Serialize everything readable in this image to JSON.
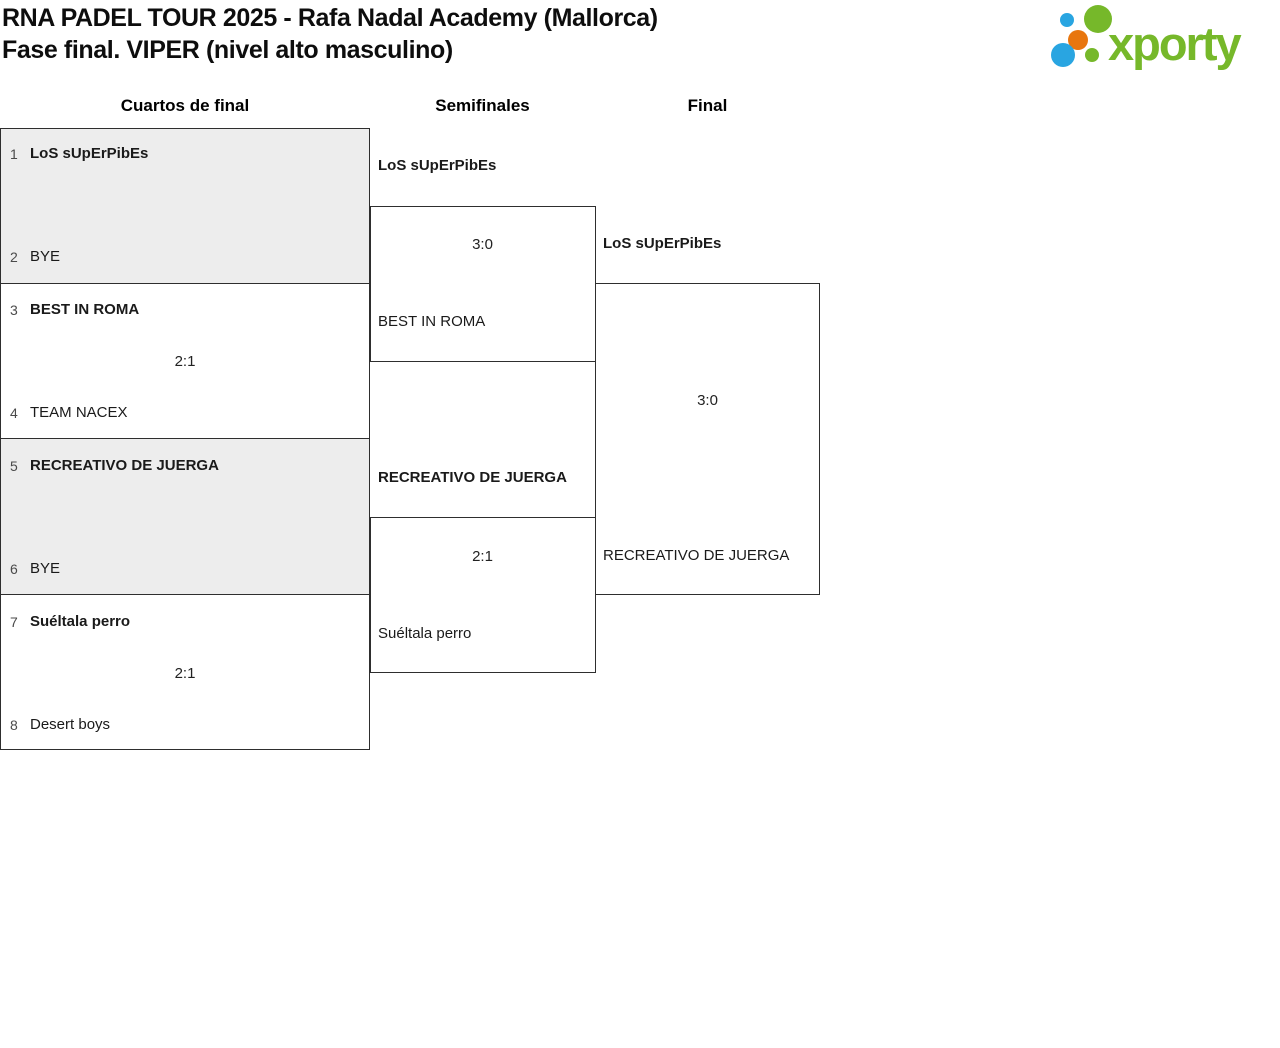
{
  "title": {
    "line1": "RNA PADEL TOUR 2025 - Rafa Nadal Academy (Mallorca)",
    "line2": "Fase final. VIPER (nivel alto masculino)"
  },
  "logo": {
    "text": "xporty",
    "colors": {
      "green": "#76b82a",
      "blue": "#29a5e1",
      "orange": "#e8760e"
    }
  },
  "colors": {
    "box_gray": "#ededed",
    "border": "#2e2e2e"
  },
  "bracket": {
    "quarterfinals": {
      "label": "Cuartos de final",
      "matches": [
        {
          "seed_top": "1",
          "team_top": "LoS sUpErPibEs",
          "seed_bottom": "2",
          "team_bottom": "BYE",
          "score": "",
          "winner": "top"
        },
        {
          "seed_top": "3",
          "team_top": "BEST IN ROMA",
          "seed_bottom": "4",
          "team_bottom": "TEAM NACEX",
          "score": "2:1",
          "winner": "top"
        },
        {
          "seed_top": "5",
          "team_top": "RECREATIVO DE JUERGA",
          "seed_bottom": "6",
          "team_bottom": "BYE",
          "score": "",
          "winner": "top"
        },
        {
          "seed_top": "7",
          "team_top": "Suéltala perro",
          "seed_bottom": "8",
          "team_bottom": "Desert boys",
          "score": "2:1",
          "winner": "top"
        }
      ]
    },
    "semifinals": {
      "label": "Semifinales",
      "matches": [
        {
          "team_top": "LoS sUpErPibEs",
          "team_bottom": "BEST IN ROMA",
          "score": "3:0",
          "winner": "top"
        },
        {
          "team_top": "RECREATIVO DE JUERGA",
          "team_bottom": "Suéltala perro",
          "score": "2:1",
          "winner": "top"
        }
      ]
    },
    "final": {
      "label": "Final",
      "matches": [
        {
          "team_top": "LoS sUpErPibEs",
          "team_bottom": "RECREATIVO DE JUERGA",
          "score": "3:0",
          "winner": "top"
        }
      ]
    }
  }
}
